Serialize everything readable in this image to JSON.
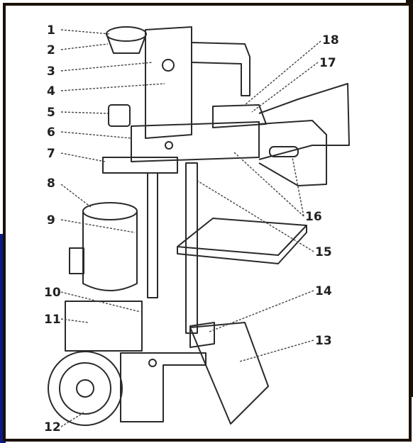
{
  "callouts": [
    {
      "number": "1"
    },
    {
      "number": "2"
    },
    {
      "number": "3"
    },
    {
      "number": "4"
    },
    {
      "number": "5"
    },
    {
      "number": "6"
    },
    {
      "number": "7"
    },
    {
      "number": "8"
    },
    {
      "number": "9"
    },
    {
      "number": "10"
    },
    {
      "number": "11"
    },
    {
      "number": "12"
    },
    {
      "number": "13"
    },
    {
      "number": "14"
    },
    {
      "number": "15"
    },
    {
      "number": "16"
    },
    {
      "number": "17"
    },
    {
      "number": "18"
    }
  ],
  "colors": {
    "frame": "#1a1005",
    "edge_blue": "#0a1a8c",
    "line": "#2a2a2a",
    "paper": "#ffffff"
  }
}
